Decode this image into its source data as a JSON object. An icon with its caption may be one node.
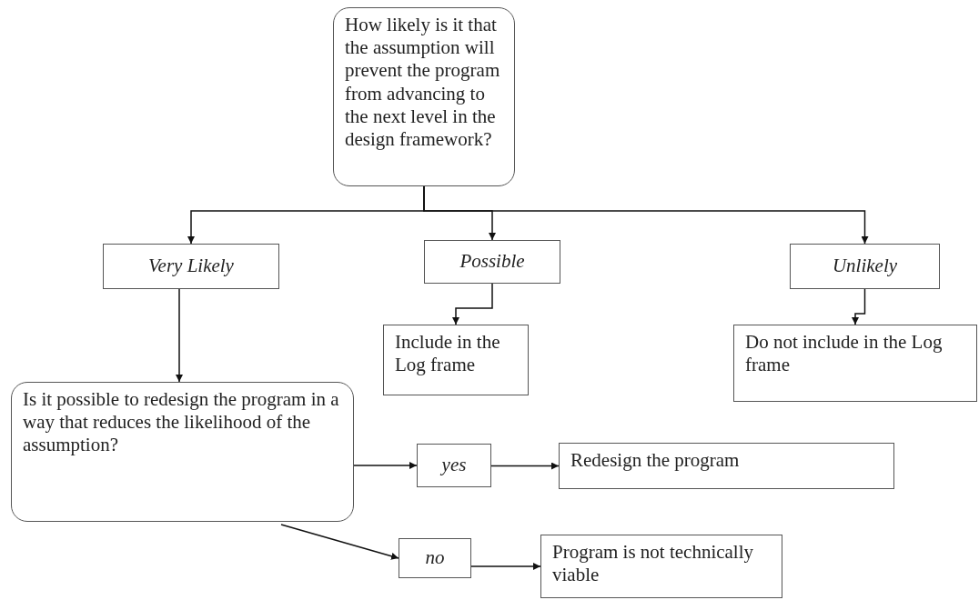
{
  "diagram": {
    "nodes": [
      {
        "text": [
          "How likely is it that the assumption will prevent the program from advancing to the next level in the design framework?"
        ]
      },
      {
        "text": [
          "Very Likely"
        ]
      },
      {
        "text": [
          "Possible"
        ]
      },
      {
        "text": [
          "Unlikely"
        ]
      },
      {
        "text": [
          "Include in the Log frame"
        ]
      },
      {
        "text": [
          "Do not include in the Log frame"
        ]
      },
      {
        "text": [
          "Is it possible to redesign the program in a way that reduces the likelihood of the assumption?"
        ]
      },
      {
        "text": [
          "yes"
        ]
      },
      {
        "text": [
          "Redesign the program"
        ]
      },
      {
        "text": [
          "no"
        ]
      },
      {
        "text": [
          "Program is not technically viable"
        ]
      }
    ],
    "edges": [
      {
        "from": 0,
        "to": 1,
        "arrow": "to"
      },
      {
        "from": 0,
        "to": 2,
        "arrow": "to"
      },
      {
        "from": 0,
        "to": 3,
        "arrow": "to"
      },
      {
        "from": 1,
        "to": 6,
        "arrow": "to"
      },
      {
        "from": 2,
        "to": 4,
        "arrow": "to"
      },
      {
        "from": 3,
        "to": 5,
        "arrow": "to"
      },
      {
        "from": 6,
        "to": 7,
        "arrow": "to"
      },
      {
        "from": 7,
        "to": 8,
        "arrow": "to"
      },
      {
        "from": 6,
        "to": 9,
        "arrow": "to"
      },
      {
        "from": 9,
        "to": 10,
        "arrow": "to"
      }
    ]
  }
}
